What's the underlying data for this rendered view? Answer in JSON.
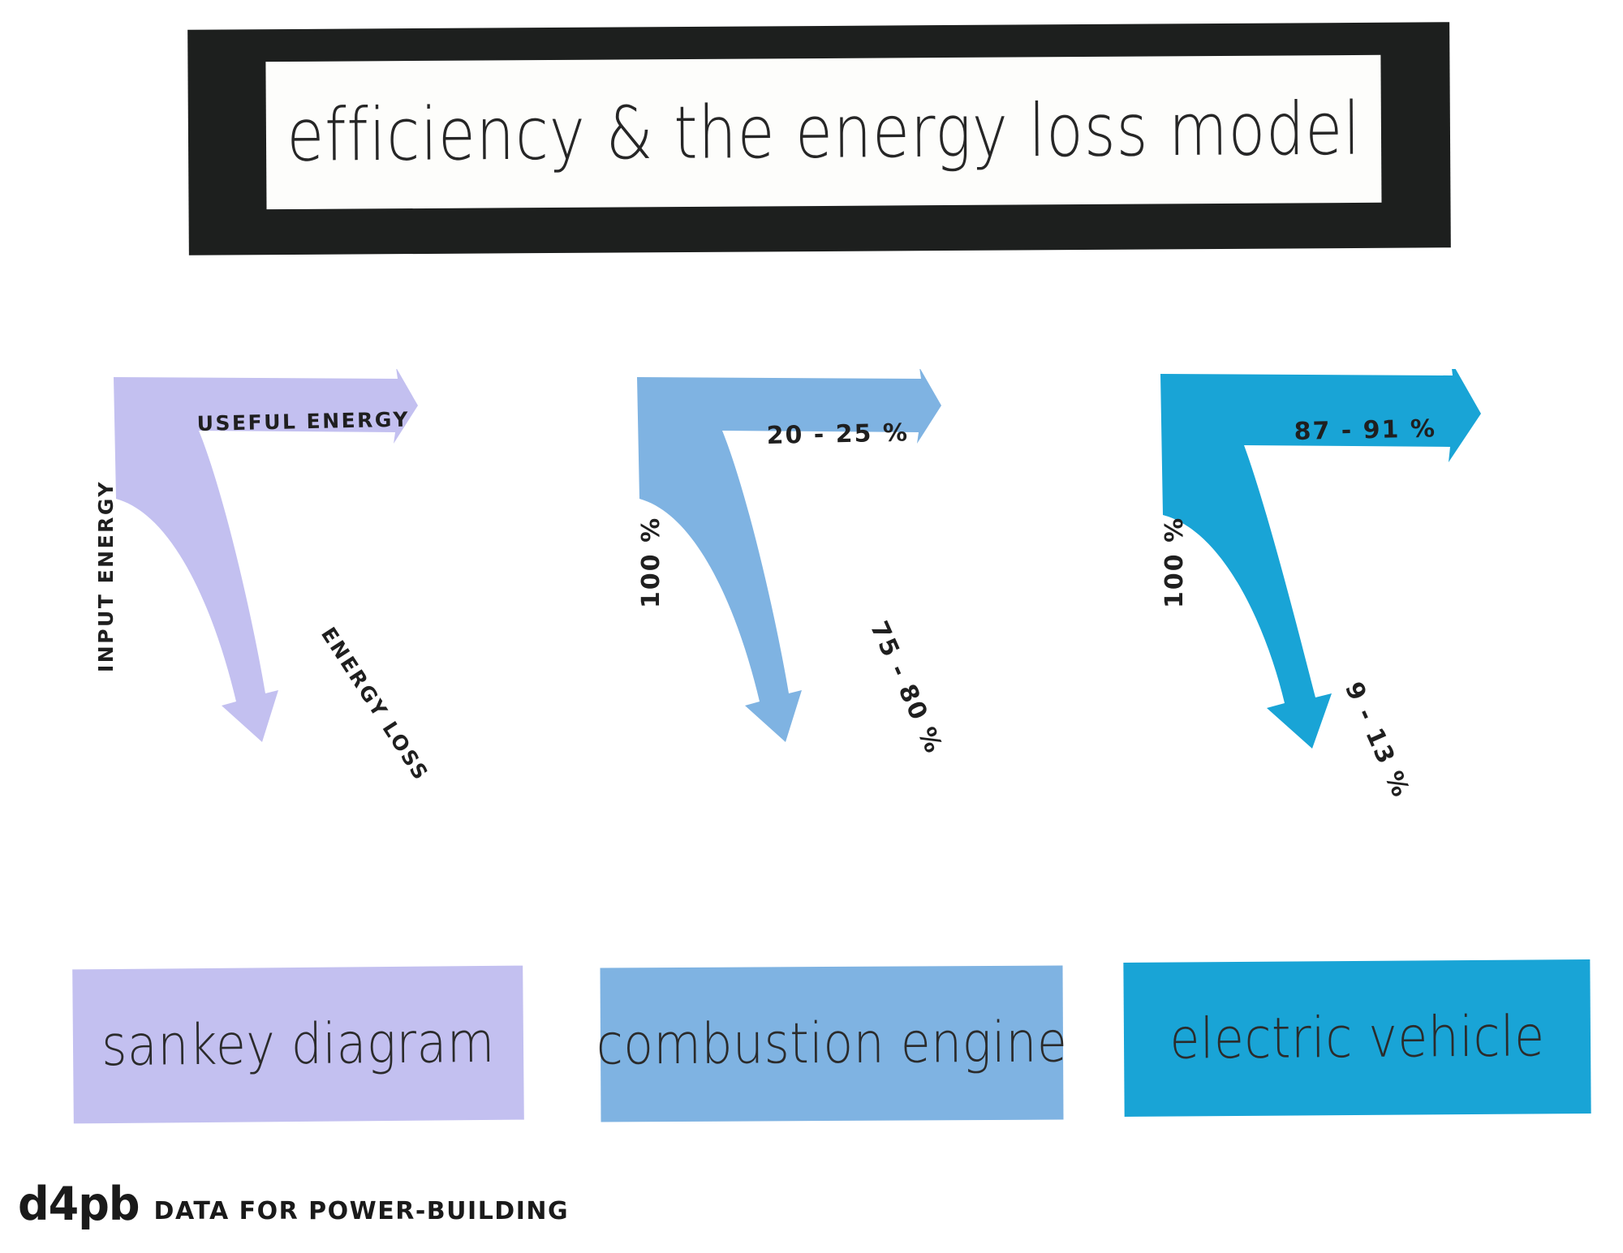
{
  "title": {
    "text": "efficiency & the energy loss model"
  },
  "columns": [
    {
      "id": "sankey",
      "caption": "sankey diagram",
      "color": "#c3c0f0",
      "input_label": "INPUT ENERGY",
      "useful_label": "USEFUL ENERGY",
      "loss_label": "ENERGY LOSS"
    },
    {
      "id": "combustion",
      "caption": "combustion engine",
      "color": "#7fb3e2",
      "input_label": "100 %",
      "useful_label": "20 - 25 %",
      "loss_label": "75 - 80 %"
    },
    {
      "id": "electric",
      "caption": "electric vehicle",
      "color": "#19a4d6",
      "input_label": "100 %",
      "useful_label": "87 - 91 %",
      "loss_label": "9 - 13 %"
    }
  ],
  "footer": {
    "logo": "d4pb",
    "tagline": "DATA FOR POWER-BUILDING"
  },
  "chart_data": {
    "type": "diagram",
    "subtype": "sankey",
    "title": "efficiency & the energy loss model",
    "units": "percent of input energy",
    "panels": [
      {
        "name": "sankey diagram",
        "role": "legend / key",
        "color": "#c3c0f0",
        "input": {
          "label": "INPUT ENERGY",
          "value": null
        },
        "flows": [
          {
            "label": "USEFUL ENERGY",
            "direction": "right",
            "value": null
          },
          {
            "label": "ENERGY LOSS",
            "direction": "down",
            "value": null
          }
        ]
      },
      {
        "name": "combustion engine",
        "color": "#7fb3e2",
        "input": {
          "label": "100 %",
          "value": 100
        },
        "flows": [
          {
            "label": "20 - 25 %",
            "direction": "right",
            "role": "useful energy",
            "min": 20,
            "max": 25
          },
          {
            "label": "75 - 80 %",
            "direction": "down",
            "role": "energy loss",
            "min": 75,
            "max": 80
          }
        ]
      },
      {
        "name": "electric vehicle",
        "color": "#19a4d6",
        "input": {
          "label": "100 %",
          "value": 100
        },
        "flows": [
          {
            "label": "87 - 91 %",
            "direction": "right",
            "role": "useful energy",
            "min": 87,
            "max": 91
          },
          {
            "label": "9 - 13 %",
            "direction": "down",
            "role": "energy loss",
            "min": 9,
            "max": 13
          }
        ]
      }
    ]
  }
}
